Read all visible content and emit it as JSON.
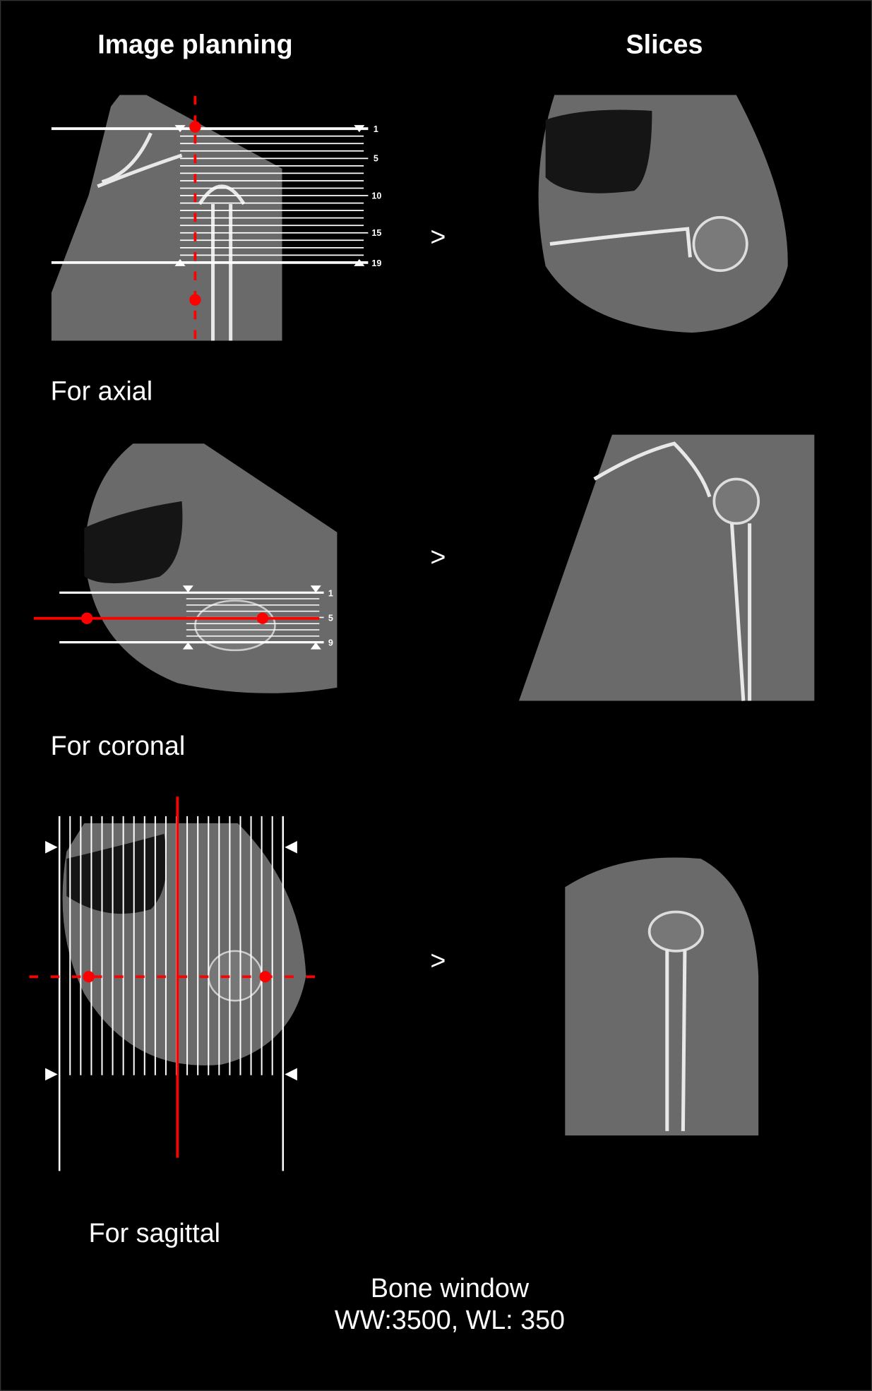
{
  "headers": {
    "planning": "Image planning",
    "slices": "Slices"
  },
  "rows": [
    {
      "label": "For axial",
      "slice_labels": [
        "1",
        "5",
        "10",
        "15",
        "19"
      ],
      "slice_count": 19
    },
    {
      "label": "For coronal",
      "slice_labels": [
        "1",
        "5",
        "9"
      ],
      "slice_count": 9
    },
    {
      "label": "For sagittal",
      "slice_count": 22
    }
  ],
  "arrow_glyph": ">",
  "footer": {
    "line1": "Bone window",
    "line2": "WW:3500, WL: 350"
  },
  "colors": {
    "background": "#000000",
    "planning_line": "#ffffff",
    "reference_line": "#ff0000"
  }
}
